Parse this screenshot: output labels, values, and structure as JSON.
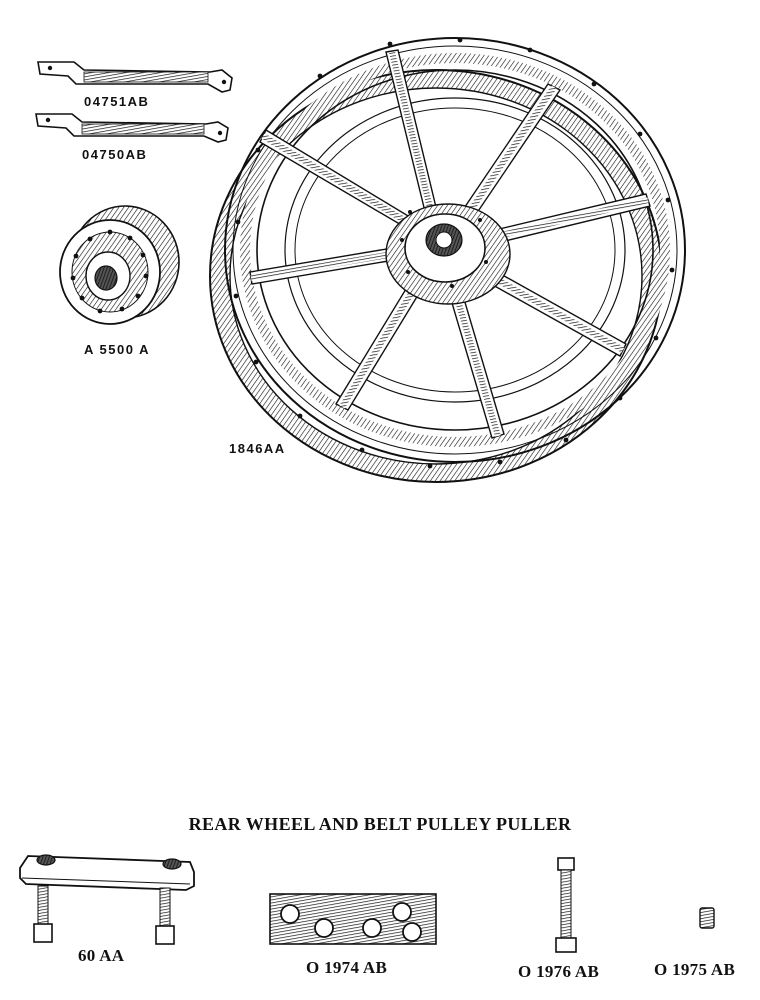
{
  "section_title": "REAR WHEEL AND BELT PULLEY PULLER",
  "parts": {
    "strap_upper": "04751AB",
    "strap_lower": "04750AB",
    "hub": "A 5500 A",
    "wheel": "1846AA",
    "puller_bar": "60 AA",
    "plate": "O 1974 AB",
    "bolt": "O 1976 AB",
    "nut": "O 1975 AB"
  },
  "colors": {
    "ink": "#111111",
    "paper": "#ffffff"
  }
}
